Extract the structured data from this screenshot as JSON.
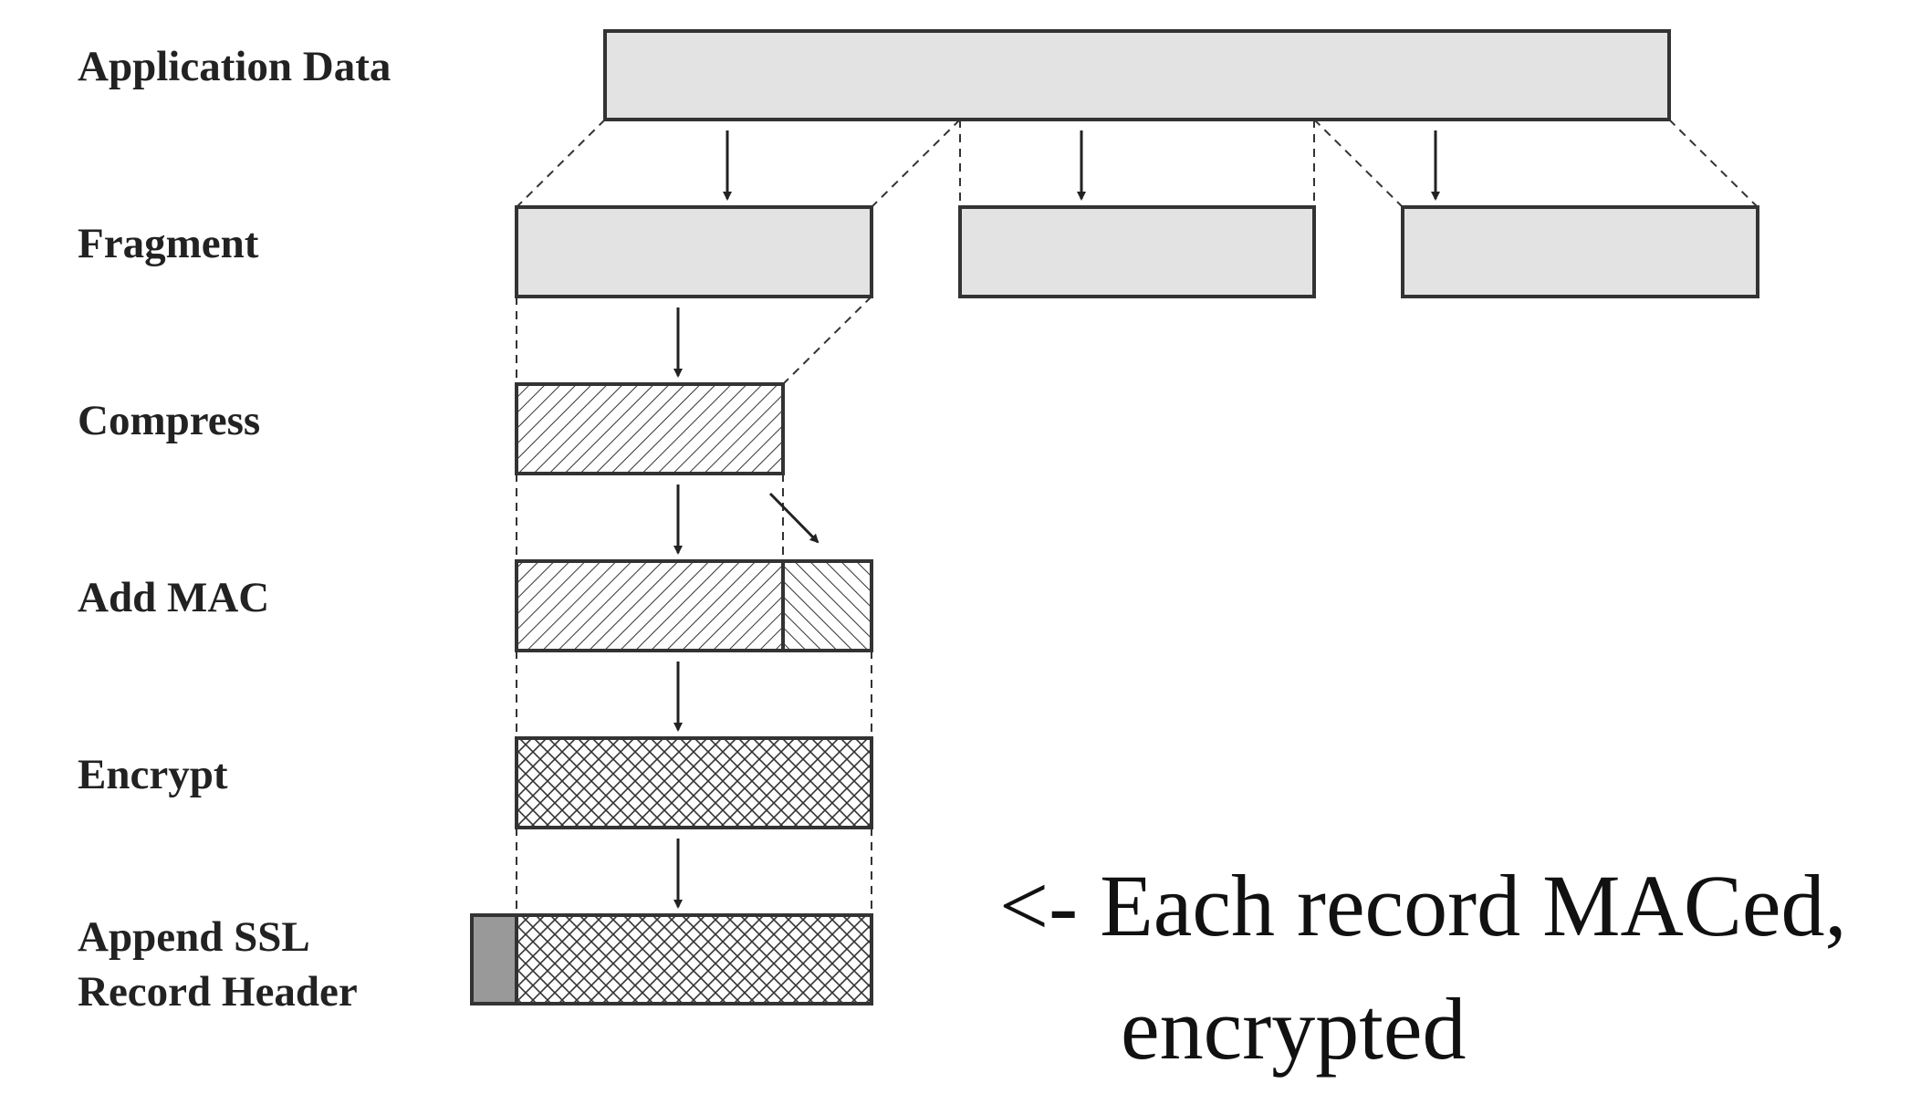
{
  "stages": {
    "application_data": "Application Data",
    "fragment": "Fragment",
    "compress": "Compress",
    "add_mac": "Add MAC",
    "encrypt": "Encrypt",
    "append_header_line1": "Append SSL",
    "append_header_line2": "Record Header"
  },
  "annotation": {
    "line1": "<- Each record MACed,",
    "line2": "encrypted"
  },
  "colors": {
    "plain_fill": "#e3e3e3",
    "header_fill": "#999999",
    "outline": "#333333",
    "text": "#222222"
  }
}
